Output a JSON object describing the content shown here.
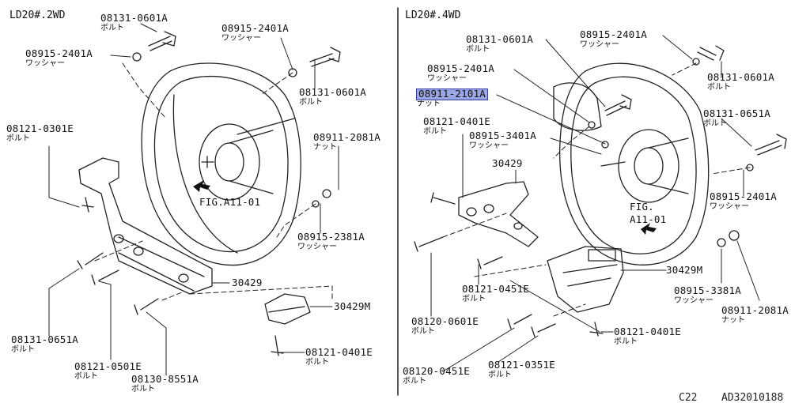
{
  "left": {
    "model": "LD20#.2WD",
    "fig_ref": "FIG.A11-01",
    "callouts": [
      {
        "id": "08131-0601A",
        "jp": "ボルト"
      },
      {
        "id": "08915-2401A",
        "jp": "ワッシャー"
      },
      {
        "id": "08915-2401A",
        "jp": "ワッシャー"
      },
      {
        "id": "08131-0601A",
        "jp": "ボルト"
      },
      {
        "id": "08121-0301E",
        "jp": "ボルト"
      },
      {
        "id": "08911-2081A",
        "jp": "ナット"
      },
      {
        "id": "08915-2381A",
        "jp": "ワッシャー"
      },
      {
        "id": "30429",
        "jp": ""
      },
      {
        "id": "30429M",
        "jp": ""
      },
      {
        "id": "08131-0651A",
        "jp": "ボルト"
      },
      {
        "id": "08121-0501E",
        "jp": "ボルト"
      },
      {
        "id": "08130-8551A",
        "jp": "ボルト"
      },
      {
        "id": "08121-0401E",
        "jp": "ボルト"
      }
    ]
  },
  "right": {
    "model": "LD20#.4WD",
    "fig_ref_line1": "FIG.",
    "fig_ref_line2": "A11-01",
    "callouts": [
      {
        "id": "08131-0601A",
        "jp": "ボルト"
      },
      {
        "id": "08915-2401A",
        "jp": "ワッシャー"
      },
      {
        "id": "08915-2401A",
        "jp": "ワッシャー"
      },
      {
        "id": "08131-0601A",
        "jp": "ボルト"
      },
      {
        "id": "08911-2101A",
        "jp": "ナット",
        "highlighted": true
      },
      {
        "id": "08121-0401E",
        "jp": "ボルト"
      },
      {
        "id": "08915-3401A",
        "jp": "ワッシャー"
      },
      {
        "id": "08131-0651A",
        "jp": "ボルト"
      },
      {
        "id": "30429",
        "jp": ""
      },
      {
        "id": "08915-2401A",
        "jp": "ワッシャー"
      },
      {
        "id": "30429M",
        "jp": ""
      },
      {
        "id": "08121-0451E",
        "jp": "ボルト"
      },
      {
        "id": "08915-3381A",
        "jp": "ワッシャー"
      },
      {
        "id": "08911-2081A",
        "jp": "ナット"
      },
      {
        "id": "08120-0601E",
        "jp": "ボルト"
      },
      {
        "id": "08121-0401E",
        "jp": "ボルト"
      },
      {
        "id": "08120-0451E",
        "jp": "ボルト"
      },
      {
        "id": "08121-0351E",
        "jp": "ボルト"
      }
    ]
  },
  "footer": {
    "model_code": "C22",
    "drawing_code": "AD32010188"
  },
  "colors": {
    "line": "#222222",
    "highlight": "#9aa6e6",
    "highlight_border": "#3440a8"
  }
}
